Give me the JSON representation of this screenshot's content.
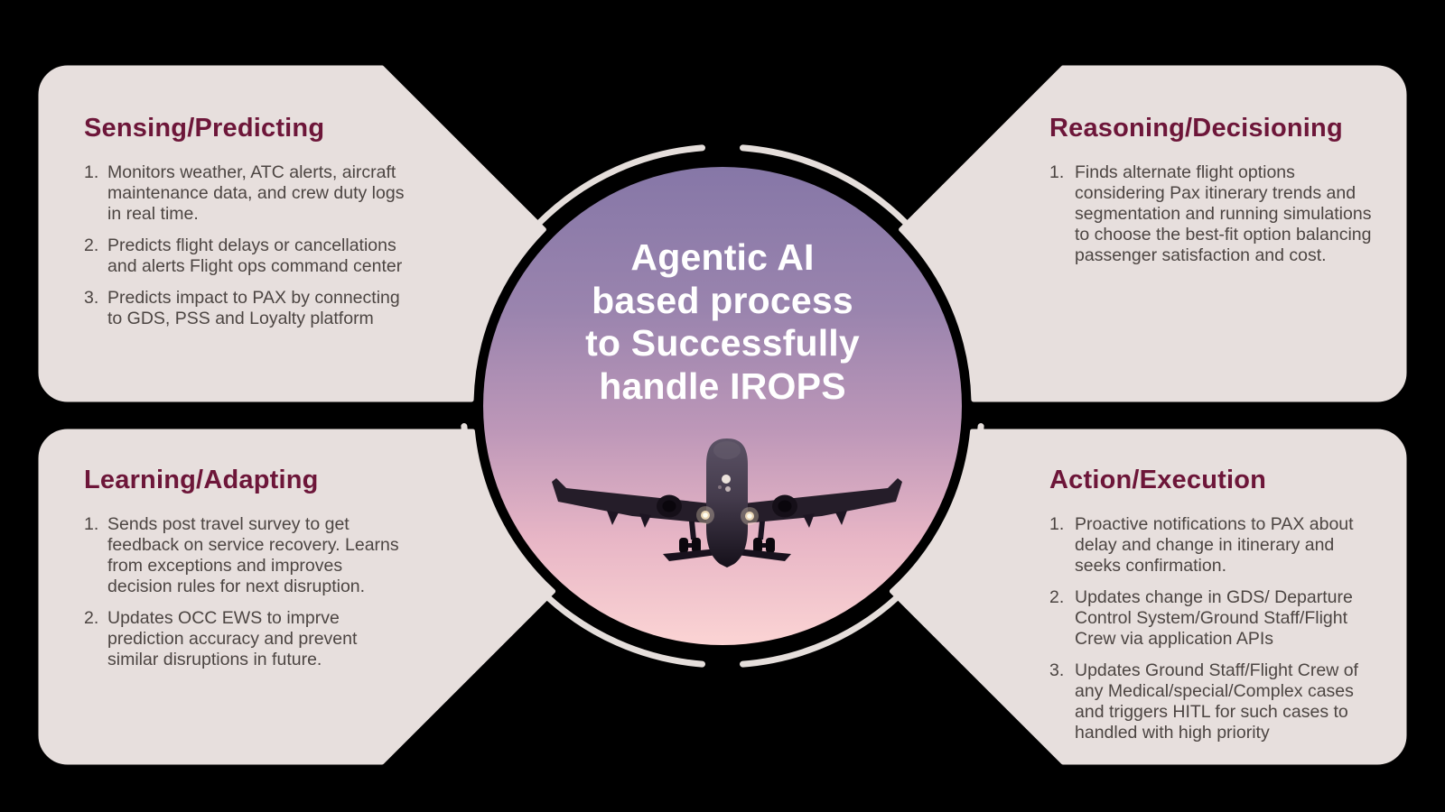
{
  "center": {
    "title_lines": [
      "Agentic AI",
      "based process",
      "to Successfully",
      "handle IROPS"
    ]
  },
  "panels": [
    {
      "position": "top-left",
      "title": "Sensing/Predicting",
      "items": [
        "Monitors weather, ATC alerts, aircraft maintenance data, and crew duty logs in real time.",
        "Predicts flight delays or cancellations and alerts Flight ops command center",
        "Predicts impact to PAX by connecting to GDS, PSS and Loyalty platform"
      ]
    },
    {
      "position": "top-right",
      "title": "Reasoning/Decisioning",
      "items": [
        "Finds alternate flight options considering Pax itinerary trends and segmentation and running simulations to choose the best-fit option balancing passenger satisfaction and cost."
      ]
    },
    {
      "position": "bottom-left",
      "title": "Learning/Adapting",
      "items": [
        "Sends post travel survey to get feedback on service recovery. Learns from exceptions and improves decision rules for next disruption.",
        "Updates OCC EWS to imprve prediction accuracy and prevent similar disruptions in future."
      ]
    },
    {
      "position": "bottom-right",
      "title": "Action/Execution",
      "items": [
        "Proactive notifications to PAX about delay and change in itinerary and seeks confirmation.",
        "Updates change in GDS/ Departure Control System/Ground Staff/Flight Crew via application APIs",
        "Updates Ground Staff/Flight Crew of any Medical/special/Complex cases and triggers HITL for such cases to handled with high priority"
      ]
    }
  ],
  "colors": {
    "background": "#000000",
    "panel_bg": "#e7dfdd",
    "title": "#6d1639",
    "body_text": "#4c4542",
    "ring": "#e5dedb",
    "center_text": "#ffffff",
    "sky_gradient": [
      "#8677a7",
      "#9a84ae",
      "#bd97b8",
      "#e8b6c6",
      "#fbd4d4"
    ]
  },
  "icons": {
    "airplane": "airplane-silhouette"
  }
}
